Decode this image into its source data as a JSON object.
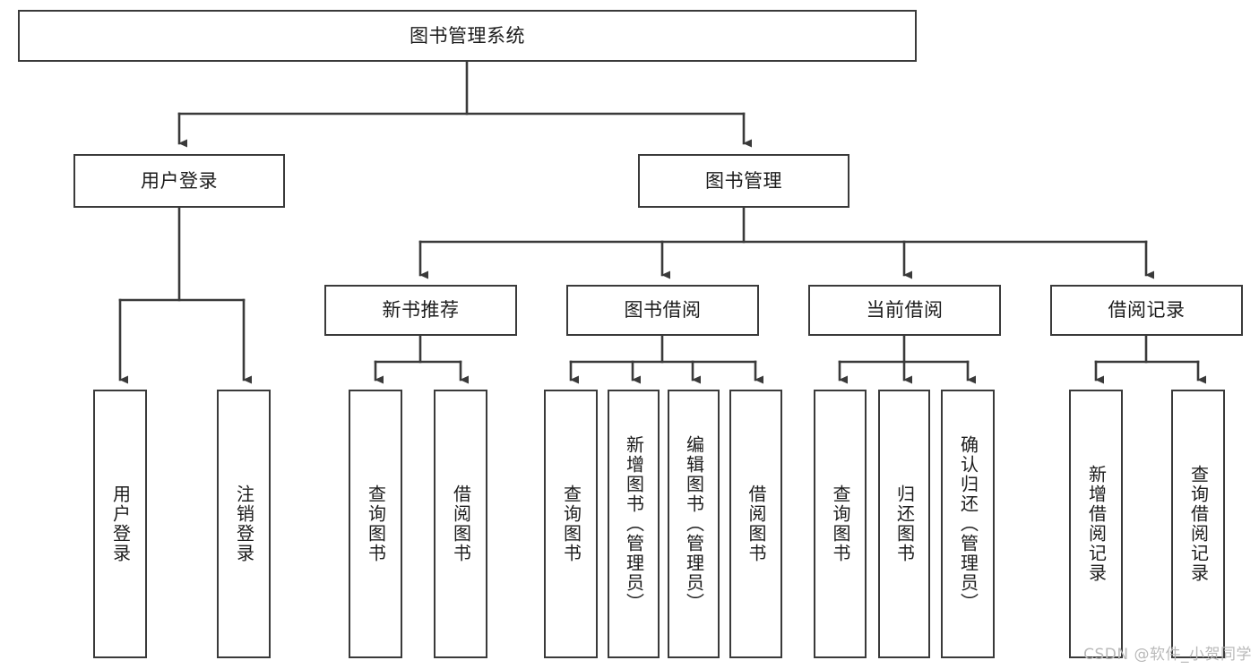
{
  "diagram": {
    "title": "图书管理系统",
    "type": "tree-hierarchy-diagram",
    "colors": {
      "stroke": "#3a3a3a",
      "fill": "#ffffff",
      "text": "#1c1c1c",
      "watermark": "#b9b9b9"
    },
    "root": {
      "label": "图书管理系统"
    },
    "level2": [
      {
        "label": "用户登录"
      },
      {
        "label": "图书管理"
      }
    ],
    "level3": [
      {
        "label": "新书推荐"
      },
      {
        "label": "图书借阅"
      },
      {
        "label": "当前借阅"
      },
      {
        "label": "借阅记录"
      }
    ],
    "leaves": {
      "user_login": [
        {
          "label": "用户登录"
        },
        {
          "label": "注销登录"
        }
      ],
      "new_book_recommend": [
        {
          "label": "查询图书"
        },
        {
          "label": "借阅图书"
        }
      ],
      "book_borrow": [
        {
          "label": "查询图书"
        },
        {
          "label": "新增图书（管理员）"
        },
        {
          "label": "编辑图书（管理员）"
        },
        {
          "label": "借阅图书"
        }
      ],
      "current_borrow": [
        {
          "label": "查询图书"
        },
        {
          "label": "归还图书"
        },
        {
          "label": "确认归还（管理员）"
        }
      ],
      "borrow_record": [
        {
          "label": "新增借阅记录"
        },
        {
          "label": "查询借阅记录"
        }
      ]
    },
    "watermark": "CSDN @软件_小贺同学"
  }
}
